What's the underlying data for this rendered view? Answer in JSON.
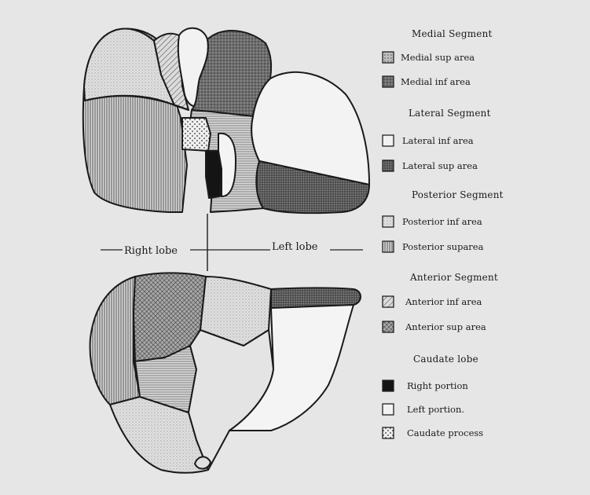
{
  "diagram": {
    "lobe_labels": {
      "right": "Right lobe",
      "left": "Left lobe"
    },
    "legend": [
      {
        "heading": "Medial Segment",
        "items": [
          {
            "label": "Medial sup area",
            "pattern": "stipple-box"
          },
          {
            "label": "Medial inf area",
            "pattern": "dark-stipple"
          }
        ]
      },
      {
        "heading": "Lateral Segment",
        "items": [
          {
            "label": "Lateral inf area",
            "pattern": "blank"
          },
          {
            "label": "Lateral sup area",
            "pattern": "dense-grid"
          }
        ]
      },
      {
        "heading": "Posterior Segment",
        "items": [
          {
            "label": "Posterior inf area",
            "pattern": "light-stipple"
          },
          {
            "label": "Posterior suparea",
            "pattern": "vertical-lines"
          }
        ]
      },
      {
        "heading": "Anterior Segment",
        "items": [
          {
            "label": "Anterior inf area",
            "pattern": "diagonal-lines"
          },
          {
            "label": "Anterior sup area",
            "pattern": "crosshatch"
          }
        ]
      },
      {
        "heading": "Caudate lobe",
        "items": [
          {
            "label": "Right portion",
            "pattern": "solid-black"
          },
          {
            "label": "Left portion.",
            "pattern": "blank"
          },
          {
            "label": "Caudate process",
            "pattern": "dots"
          }
        ]
      }
    ]
  }
}
